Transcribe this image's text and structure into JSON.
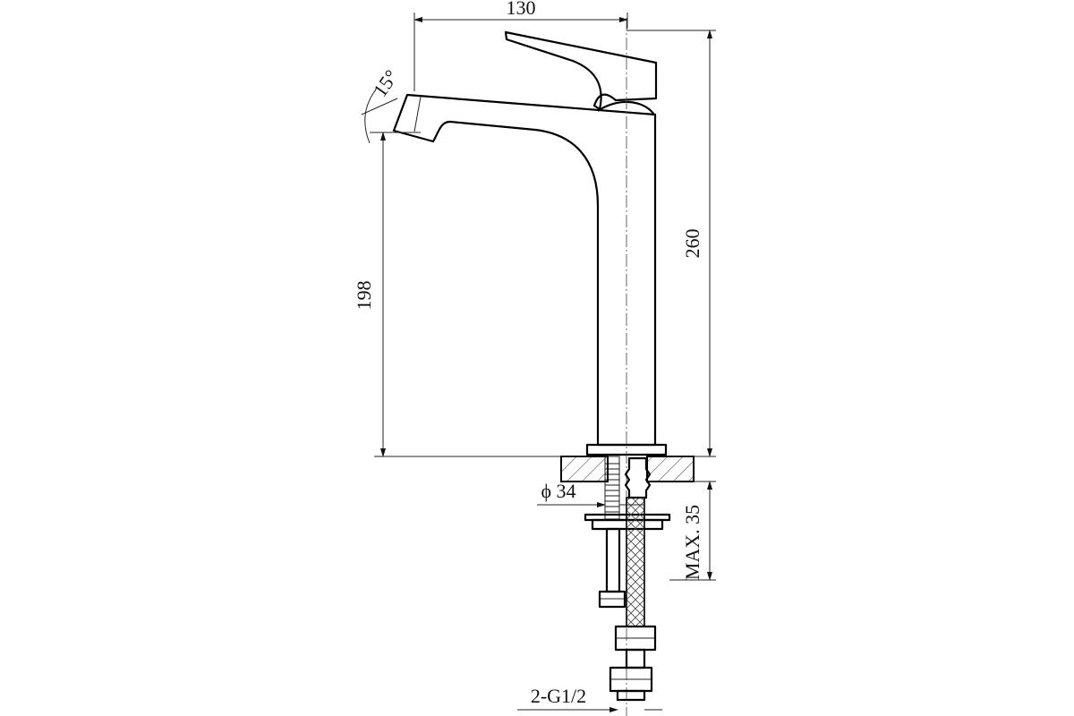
{
  "diagram": {
    "dimensions": {
      "width_top": "130",
      "angle": "15°",
      "spout_height": "198",
      "total_height": "260",
      "diameter": "ϕ 34",
      "max_thickness": "MAX. 35",
      "connection": "2-G1/2"
    },
    "colors": {
      "line": "#000000",
      "background": "#ffffff"
    }
  }
}
